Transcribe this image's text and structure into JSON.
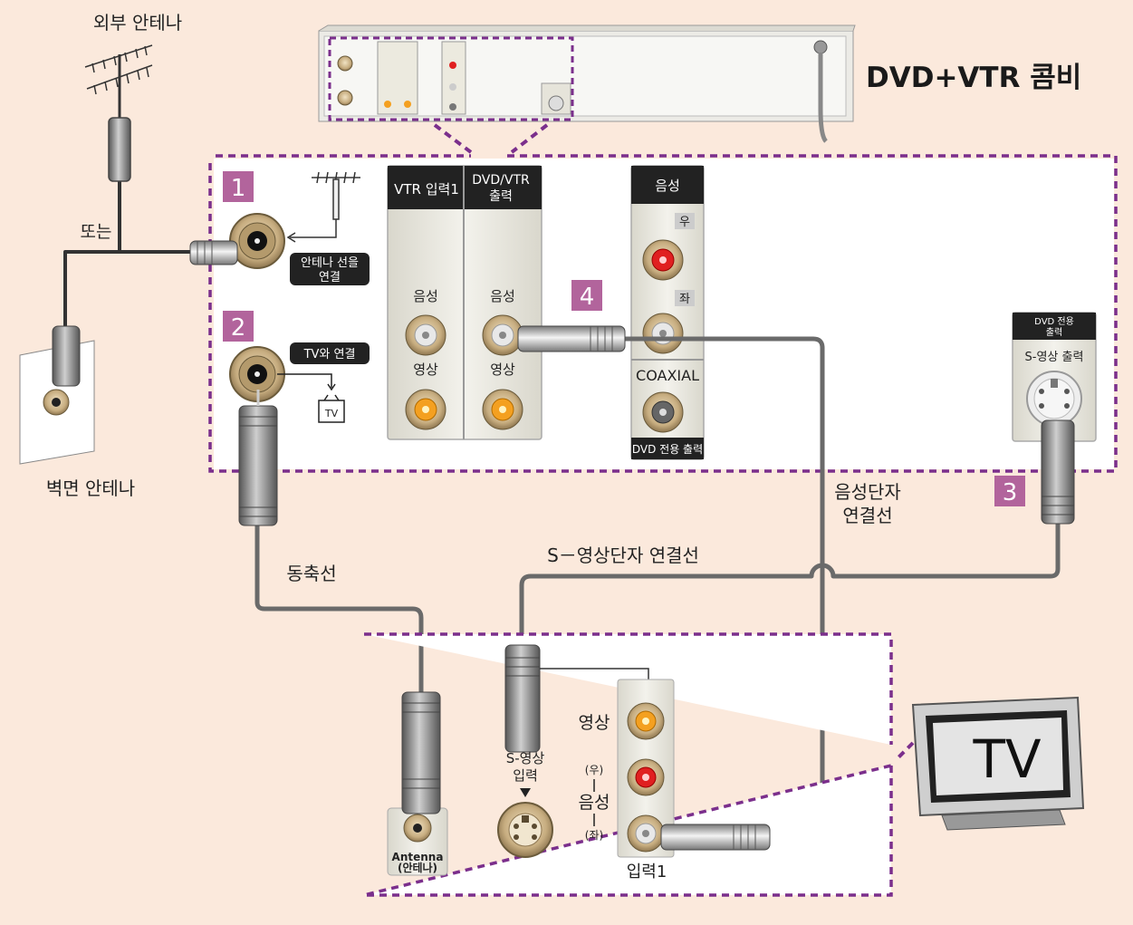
{
  "title": "DVD+VTR 콤비",
  "labels": {
    "outdoor_antenna": "외부 안테나",
    "or": "또는",
    "wall_antenna": "벽면 안테나",
    "coax_cable": "동축선",
    "svideo_cable": "S－영상단자 연결선",
    "audio_cable_l1": "음성단자",
    "audio_cable_l2": "연결선",
    "tv": "TV"
  },
  "steps": {
    "s1": "1",
    "s2": "2",
    "s3": "3",
    "s4": "4"
  },
  "back_panel": {
    "antenna_in_l1": "안테나 선을",
    "antenna_in_l2": "연결",
    "tv_out": "TV와 연결",
    "tv_small": "TV",
    "vtr_in_l1": "VTR 입력1",
    "dvdvtr_out_l1": "DVD/VTR",
    "dvdvtr_out_l2": "출력",
    "audio": "음성",
    "video": "영상",
    "audio_header": "음성",
    "right": "우",
    "left": "좌",
    "coaxial": "COAXIAL",
    "dvd_only_out": "DVD 전용 출력",
    "dvd_only_header_l1": "DVD 전용",
    "dvd_only_header_l2": "출력",
    "svideo_out": "S-영상 출력"
  },
  "tv_panel": {
    "antenna_l1": "Antenna",
    "antenna_l2": "(안테나)",
    "svideo_in_l1": "S-영상",
    "svideo_in_l2": "입력",
    "video": "영상",
    "right": "(우)",
    "audio": "음성",
    "left": "(좌)",
    "input1": "입력1"
  },
  "colors": {
    "background": "#fbe9dc",
    "dashed_border": "#7b2f8c",
    "step_badge": "#b2649c",
    "cable": "#6a6a6a",
    "jack_red": "#e02020",
    "jack_yellow": "#f4a020",
    "jack_white": "#e8e8e8"
  }
}
